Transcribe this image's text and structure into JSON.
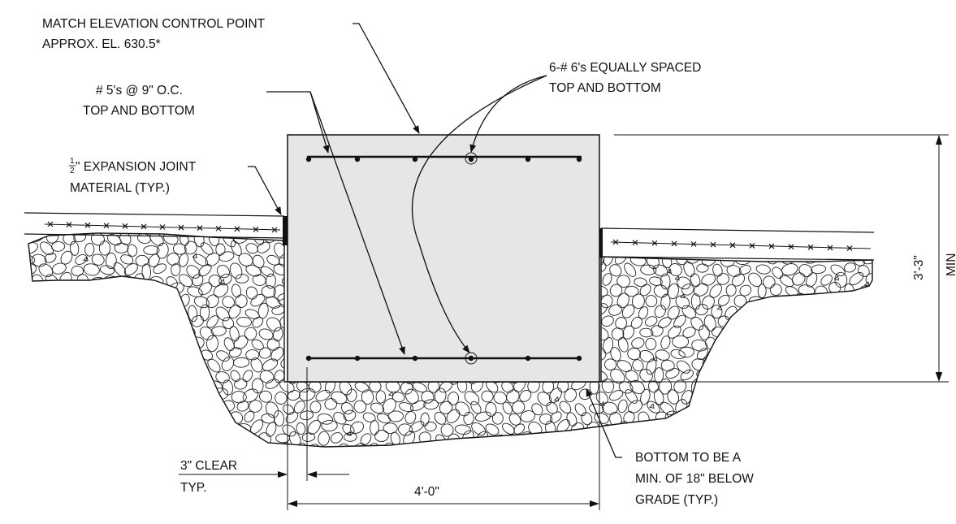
{
  "labels": {
    "match_elevation_line1": "MATCH ELEVATION CONTROL POINT",
    "match_elevation_line2": "APPROX. EL. 630.5*",
    "bars_5_line1": "# 5's @ 9\" O.C.",
    "bars_5_line2": "TOP AND BOTTOM",
    "bars_6_line1": "6-# 6's EQUALLY SPACED",
    "bars_6_line2": "TOP AND BOTTOM",
    "expansion_frac_num": "1",
    "expansion_frac_den": "2",
    "expansion_line1": "\" EXPANSION JOINT",
    "expansion_line2": "MATERIAL (TYP.)",
    "clear_line1": "3\" CLEAR",
    "clear_line2": "TYP.",
    "bottom_line1": "BOTTOM TO BE A",
    "bottom_line2": "MIN. OF 18\" BELOW",
    "bottom_line3": "GRADE  (TYP.)"
  },
  "dimensions": {
    "width": "4'-0\"",
    "depth": "3'-3\"",
    "depth_note": "MIN"
  },
  "colors": {
    "concrete": "#e6e6e6",
    "line": "#111111"
  }
}
